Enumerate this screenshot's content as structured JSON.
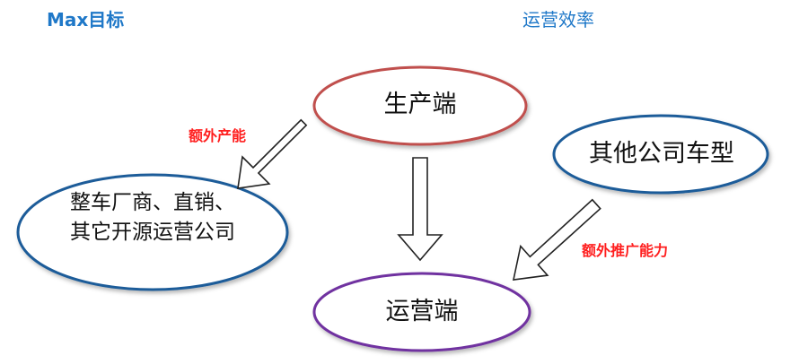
{
  "header": {
    "left_title": "Max目标",
    "right_title": "运营效率"
  },
  "nodes": {
    "production": "生产端",
    "other_companies": "其他公司车型",
    "oems": "整车厂商、直销、其它开源运营公司",
    "operations": "运营端"
  },
  "edges": {
    "extra_capacity": "额外产能",
    "extra_promotion": "额外推广能力"
  },
  "colors": {
    "header_text": "#1F78C8",
    "note_text": "#FF1E1E",
    "production_border": "#C0504D",
    "blue_border": "#1F5C99",
    "operations_border": "#7030A0"
  }
}
